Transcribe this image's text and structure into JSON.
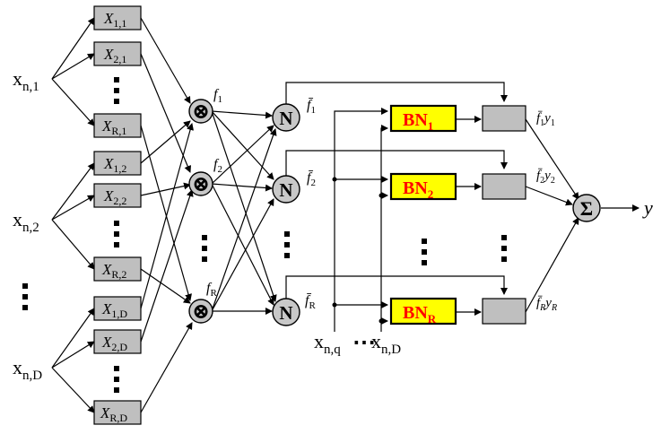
{
  "inputs": {
    "x1": {
      "base": "x",
      "sub": "n,1"
    },
    "x2": {
      "base": "x",
      "sub": "n,2"
    },
    "xD": {
      "base": "x",
      "sub": "n,D"
    }
  },
  "membership": [
    {
      "base": "X",
      "sub": "1,1"
    },
    {
      "base": "X",
      "sub": "2,1"
    },
    {
      "base": "X",
      "sub": "R,1"
    },
    {
      "base": "X",
      "sub": "1,2"
    },
    {
      "base": "X",
      "sub": "2,2"
    },
    {
      "base": "X",
      "sub": "R,2"
    },
    {
      "base": "X",
      "sub": "1,D"
    },
    {
      "base": "X",
      "sub": "2,D"
    },
    {
      "base": "X",
      "sub": "R,D"
    }
  ],
  "firing": [
    {
      "base": "f",
      "sub": "1"
    },
    {
      "base": "f",
      "sub": "2"
    },
    {
      "base": "f",
      "sub": "R"
    }
  ],
  "normalized": [
    {
      "base": "f̄",
      "sub": "1"
    },
    {
      "base": "f̄",
      "sub": "2"
    },
    {
      "base": "f̄",
      "sub": "R"
    }
  ],
  "norm_symbol": "N",
  "product_symbol": "⊗",
  "bn": [
    {
      "base": "BN",
      "sub": "1"
    },
    {
      "base": "BN",
      "sub": "2"
    },
    {
      "base": "BN",
      "sub": "R"
    }
  ],
  "outputs": [
    {
      "f": "f̄",
      "fsub": "1",
      "y": "y",
      "ysub": "1"
    },
    {
      "f": "f̄",
      "fsub": "2",
      "y": "y",
      "ysub": "2"
    },
    {
      "f": "f̄",
      "fsub": "R",
      "y": "y",
      "ysub": "R"
    }
  ],
  "sum_symbol": "Σ",
  "final_output": "y",
  "bottom_inputs": {
    "xq": {
      "base": "x",
      "sub": "n,q"
    },
    "xD": {
      "base": "x",
      "sub": "n,D"
    },
    "dots": "⋯"
  }
}
